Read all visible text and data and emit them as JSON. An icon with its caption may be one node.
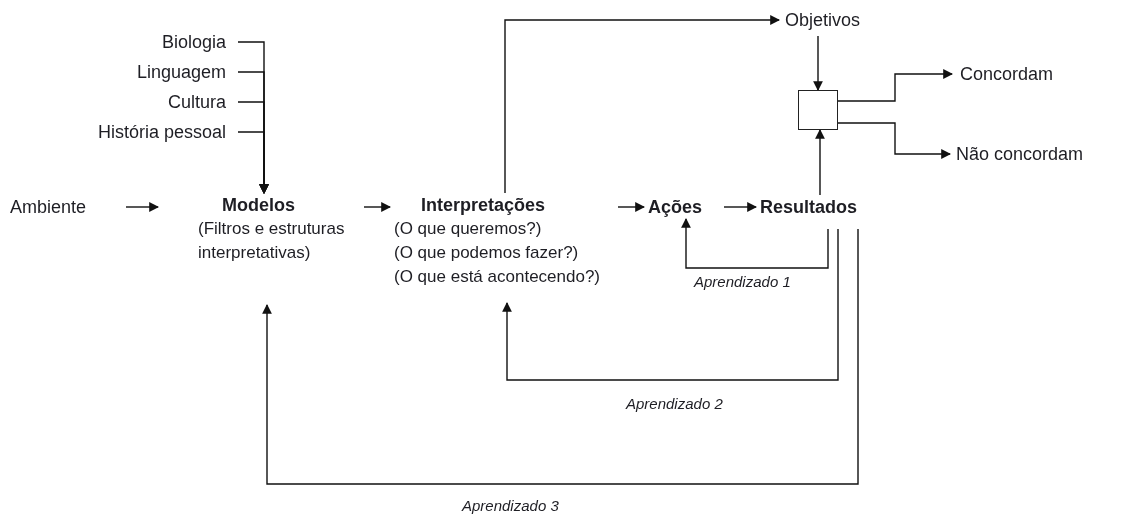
{
  "diagram": {
    "nodes": [
      {
        "text": [
          "Biologia"
        ]
      },
      {
        "text": [
          "Linguagem"
        ]
      },
      {
        "text": [
          "Cultura"
        ]
      },
      {
        "text": [
          "História pessoal"
        ]
      },
      {
        "text": [
          "Ambiente"
        ]
      },
      {
        "text": [
          "Modelos",
          "(Filtros e estruturas interpretativas)"
        ]
      },
      {
        "text": [
          "Interpretações",
          "(O que queremos?)",
          "(O que podemos fazer?)",
          "(O que está acontecendo?)"
        ]
      },
      {
        "text": [
          "Ações"
        ]
      },
      {
        "text": [
          "Resultados"
        ]
      },
      {
        "text": [
          "Objetivos"
        ]
      },
      {
        "text": [],
        "shape": "box"
      },
      {
        "text": [
          "Concordam"
        ]
      },
      {
        "text": [
          "Não concordam"
        ]
      }
    ],
    "edges": [
      {
        "from": 0,
        "to": 5,
        "arrow": "to"
      },
      {
        "from": 1,
        "to": 5,
        "arrow": "to"
      },
      {
        "from": 2,
        "to": 5,
        "arrow": "to"
      },
      {
        "from": 3,
        "to": 5,
        "arrow": "to"
      },
      {
        "from": 4,
        "to": 5,
        "arrow": "to"
      },
      {
        "from": 5,
        "to": 6,
        "arrow": "to"
      },
      {
        "from": 6,
        "to": 7,
        "arrow": "to"
      },
      {
        "from": 7,
        "to": 8,
        "arrow": "to"
      },
      {
        "from": 8,
        "to": 10,
        "arrow": "to"
      },
      {
        "from": 9,
        "to": 10,
        "arrow": "to"
      },
      {
        "from": 10,
        "to": 11,
        "arrow": "to"
      },
      {
        "from": 10,
        "to": 12,
        "arrow": "to"
      },
      {
        "from": 6,
        "to": 9,
        "arrow": "to"
      },
      {
        "from": 8,
        "to": 7,
        "arrow": "to",
        "label": "Aprendizado 1"
      },
      {
        "from": 8,
        "to": 6,
        "arrow": "to",
        "label": "Aprendizado 2"
      },
      {
        "from": 8,
        "to": 5,
        "arrow": "to",
        "label": "Aprendizado 3"
      }
    ]
  }
}
